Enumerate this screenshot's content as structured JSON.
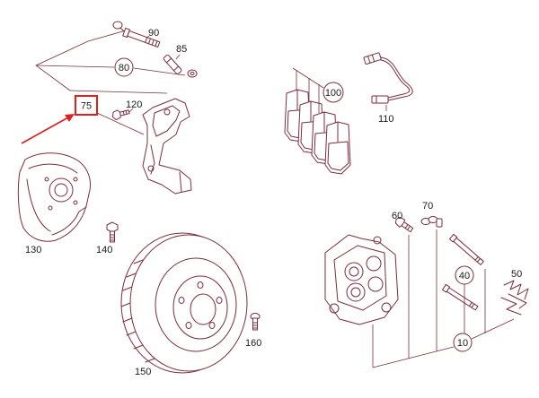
{
  "diagram": {
    "callouts": {
      "c10": "10",
      "c40": "40",
      "c50": "50",
      "c60": "60",
      "c70": "70",
      "c75": "75",
      "c80": "80",
      "c85": "85",
      "c90": "90",
      "c100": "100",
      "c110": "110",
      "c120": "120",
      "c130": "130",
      "c140": "140",
      "c150": "150",
      "c160": "160"
    },
    "colors": {
      "line": "#7b2d3b",
      "highlight": "#e0201b",
      "text": "#1a1a1a",
      "background": "#ffffff"
    }
  }
}
